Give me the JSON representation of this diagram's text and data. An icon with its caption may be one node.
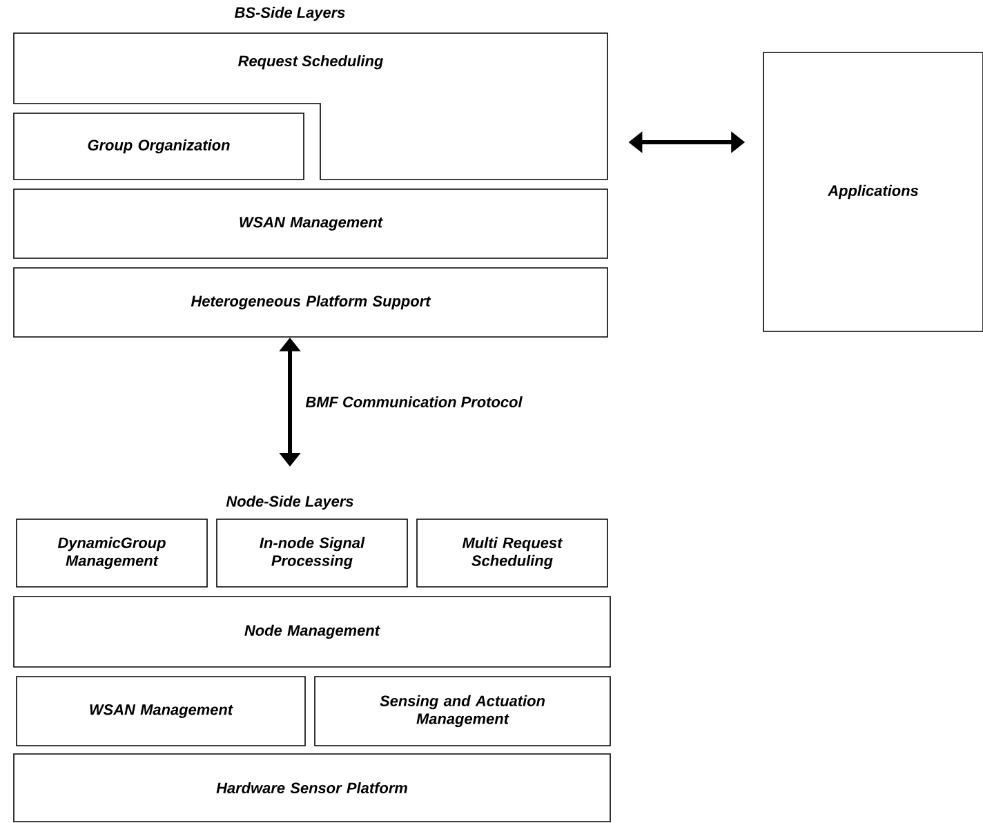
{
  "diagram": {
    "nodes": [
      {
        "text": [
          "Request Scheduling"
        ]
      },
      {
        "text": [
          "Group Organization"
        ]
      },
      {
        "text": [
          "WSAN Management"
        ]
      },
      {
        "text": [
          "Heterogeneous Platform Support"
        ]
      },
      {
        "text": [
          "Applications"
        ]
      },
      {
        "text": [
          "DynamicGroup Management"
        ]
      },
      {
        "text": [
          "In-node Signal Processing"
        ]
      },
      {
        "text": [
          "Multi Request Scheduling"
        ]
      },
      {
        "text": [
          "Node Management"
        ]
      },
      {
        "text": [
          "WSAN Management"
        ]
      },
      {
        "text": [
          "Sensing and Actuation Management"
        ]
      },
      {
        "text": [
          "Hardware Sensor Platform"
        ]
      }
    ],
    "edges": [
      {
        "from": 0,
        "to": 4,
        "arrow": "both"
      },
      {
        "from": 3,
        "to": null,
        "arrow": "both",
        "label": "BMF Communication Protocol"
      }
    ],
    "labels": [
      "BS-Side Layers",
      "Node-Side Layers"
    ]
  }
}
